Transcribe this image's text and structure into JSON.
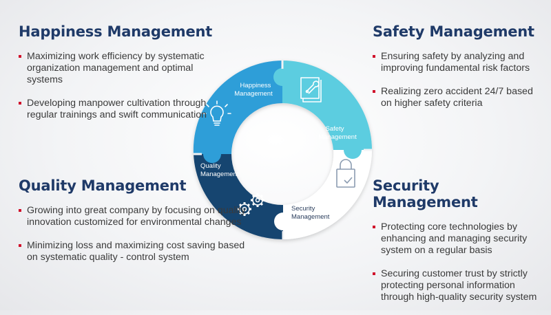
{
  "sections": {
    "happiness": {
      "title": "Happiness Management",
      "items": [
        "Maximizing work efficiency by systematic organization management and optimal systems",
        "Developing manpower cultivation through regular trainings and swift communication"
      ]
    },
    "safety": {
      "title": "Safety Management",
      "items": [
        "Ensuring safety by analyzing and improving fundamental risk factors",
        "Realizing zero accident 24/7 based on higher safety criteria"
      ]
    },
    "quality": {
      "title": "Quality Management",
      "items": [
        "Growing into great company by focusing on quality innovation customized for environmental changes",
        "Minimizing loss and maximizing cost saving based on systematic quality - control system"
      ]
    },
    "security": {
      "title": "Security Management",
      "items": [
        "Protecting core technologies by enhancing and managing security system on a regular basis",
        "Securing customer trust by strictly protecting personal information through high-quality security system"
      ]
    }
  },
  "wheel": {
    "happiness": {
      "line1": "Happiness",
      "line2": "Management",
      "color": "#2f9ed8",
      "icon": "lightbulb-icon"
    },
    "safety": {
      "line1": "Safety",
      "line2": "Management",
      "color": "#5ccde0",
      "icon": "manual-wrench-icon"
    },
    "security": {
      "line1": "Security",
      "line2": "Management",
      "color": "#ffffff",
      "icon": "padlock-icon"
    },
    "quality": {
      "line1": "Quality",
      "line2": "Management",
      "color": "#14446f",
      "icon": "gears-icon"
    }
  }
}
